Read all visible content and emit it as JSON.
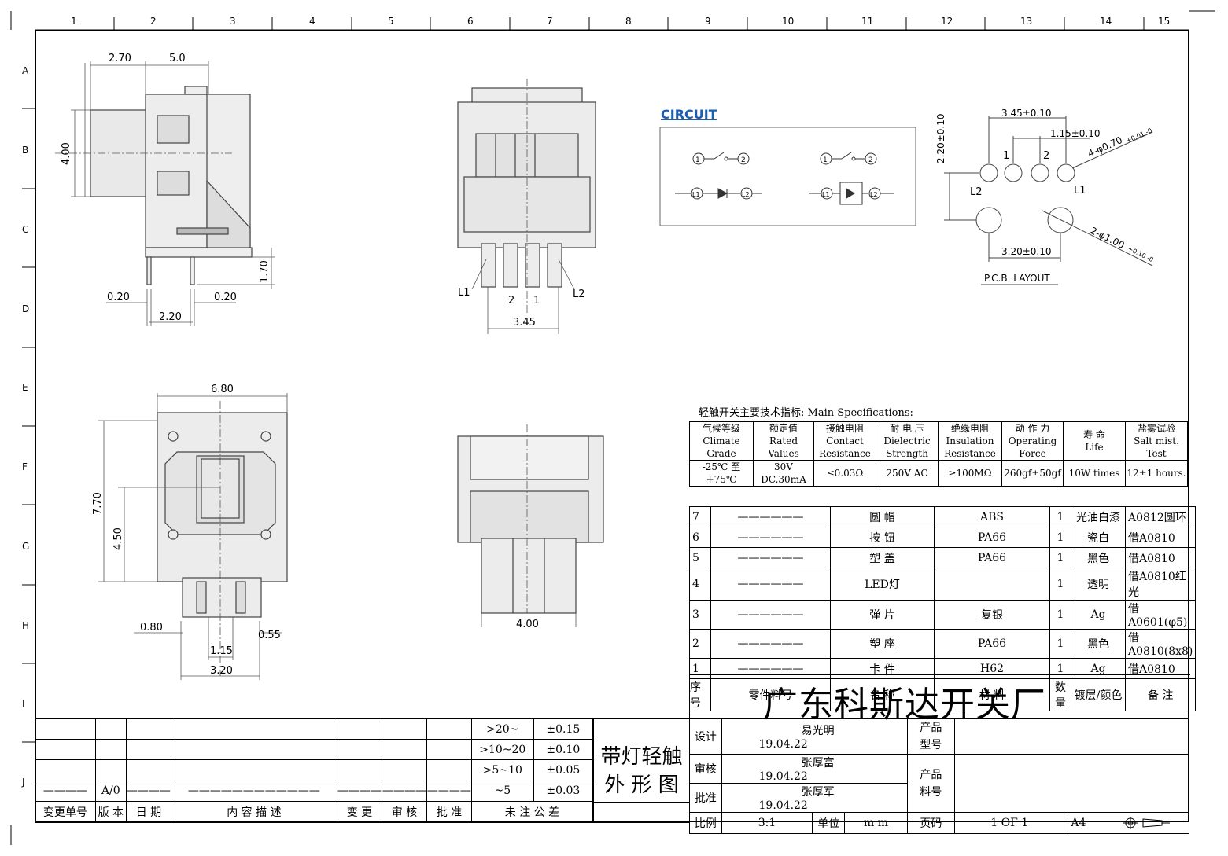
{
  "ruler": {
    "numbers": [
      "1",
      "2",
      "3",
      "4",
      "5",
      "6",
      "7",
      "8",
      "9",
      "10",
      "11",
      "12",
      "13",
      "14",
      "15"
    ],
    "letters": [
      "A",
      "B",
      "C",
      "D",
      "E",
      "F",
      "G",
      "H",
      "I",
      "J"
    ]
  },
  "view_side": {
    "dims": {
      "d1": "2.70",
      "d2": "5.0",
      "d3": "4.00",
      "d4": "1.70",
      "d5": "0.20",
      "d6": "0.20",
      "d7": "2.20"
    }
  },
  "view_front": {
    "pins": {
      "l1": "L1",
      "p2": "2",
      "p1": "1",
      "l2": "L2"
    },
    "dim": "3.45"
  },
  "circuit": {
    "title": "CIRCUIT",
    "sw1_a": "1",
    "sw1_b": "2",
    "led1_a": "L1",
    "led1_b": "L2",
    "sw2_a": "1",
    "sw2_b": "2",
    "led2_a": "L1",
    "led2_b": "L2"
  },
  "pcb": {
    "d1": "3.45±0.10",
    "d2": "1.15±0.10",
    "d3": "2.20±0.10",
    "d4": "4-φ0.70",
    "d4tol": "+0.01 -0",
    "d5": "3.20±0.10",
    "d6": "2-φ1.00",
    "d6tol": "+0.10 -0",
    "l2": "L2",
    "n1": "1",
    "n2": "2",
    "l1": "L1",
    "title": "P.C.B. LAYOUT"
  },
  "view_top": {
    "dims": {
      "w": "6.80",
      "h": "7.70",
      "h2": "4.50",
      "a": "0.80",
      "b": "0.55",
      "c": "1.15",
      "d": "3.20"
    }
  },
  "view_bottom": {
    "dim": "4.00"
  },
  "spec": {
    "title": "轻触开关主要技术指标:   Main Specifications:",
    "headers": [
      {
        "cn": "气候等级",
        "en1": "Climate",
        "en2": "Grade"
      },
      {
        "cn": "额定值",
        "en1": "Rated",
        "en2": "Values"
      },
      {
        "cn": "接触电阻",
        "en1": "Contact",
        "en2": "Resistance"
      },
      {
        "cn": "耐 电 压",
        "en1": "Dielectric",
        "en2": "Strength"
      },
      {
        "cn": "绝缘电阻",
        "en1": "Insulation",
        "en2": "Resistance"
      },
      {
        "cn": "动 作 力",
        "en1": "Operating",
        "en2": "Force"
      },
      {
        "cn": "寿  命",
        "en1": "Life",
        "en2": ""
      },
      {
        "cn": "盐雾试验",
        "en1": "Salt mist.",
        "en2": "Test"
      }
    ],
    "values": [
      "-25℃ 至 +75℃",
      "30V DC,30mA",
      "≤0.03Ω",
      "250V AC",
      "≥100MΩ",
      "260gf±50gf",
      "10W times",
      "12±1 hours."
    ]
  },
  "parts": {
    "rows": [
      {
        "no": "7",
        "code": "——————",
        "name": "圆  帽",
        "mat": "ABS",
        "qty": "1",
        "finish": "光油白漆",
        "note": "A0812圆环"
      },
      {
        "no": "6",
        "code": "——————",
        "name": "按  钮",
        "mat": "PA66",
        "qty": "1",
        "finish": "瓷白",
        "note": "借A0810"
      },
      {
        "no": "5",
        "code": "——————",
        "name": "塑  盖",
        "mat": "PA66",
        "qty": "1",
        "finish": "黑色",
        "note": "借A0810"
      },
      {
        "no": "4",
        "code": "——————",
        "name": "LED灯",
        "mat": "",
        "qty": "1",
        "finish": "透明",
        "note": "借A0810红光"
      },
      {
        "no": "3",
        "code": "——————",
        "name": "弹  片",
        "mat": "复银",
        "qty": "1",
        "finish": "Ag",
        "note": "借A0601(φ5)"
      },
      {
        "no": "2",
        "code": "——————",
        "name": "塑  座",
        "mat": "PA66",
        "qty": "1",
        "finish": "黑色",
        "note": "借A0810(8x8)"
      },
      {
        "no": "1",
        "code": "——————",
        "name": "卡  件",
        "mat": "H62",
        "qty": "1",
        "finish": "Ag",
        "note": "借A0810"
      }
    ],
    "header": {
      "no": "序号",
      "code": "零件料号",
      "name": "名  称",
      "mat": "材  料",
      "qty": "数量",
      "finish": "镀层/颜色",
      "note": "备  注"
    }
  },
  "company": "广东科斯达开关厂",
  "title_block": {
    "tol": [
      {
        "range": ">20~",
        "tol": "±0.15"
      },
      {
        "range": ">10~20",
        "tol": "±0.10"
      },
      {
        "range": ">5~10",
        "tol": "±0.05"
      },
      {
        "range": "~5",
        "tol": "±0.03"
      }
    ],
    "tol_label": "未 注 公 差",
    "rev_headers": [
      "变更单号",
      "版 本",
      "日 期",
      "内 容 描 述",
      "变 更",
      "审 核",
      "批 准"
    ],
    "rev_row": {
      "no": "————",
      "ver": "A/0",
      "date": "————",
      "desc": "————————————",
      "chg": "————",
      "chk": "————",
      "app": "————"
    },
    "title_line1": "带灯轻触",
    "title_line2": "外 形 图",
    "design_label": "设计",
    "design_name": "易光明",
    "design_date": "19.04.22",
    "check_label": "审核",
    "check_name": "张厚富",
    "check_date": "19.04.22",
    "approve_label": "批准",
    "approve_name": "张厚军",
    "approve_date": "19.04.22",
    "model_label": "产品\n型号",
    "part_label": "产品\n料号",
    "scale_label": "比例",
    "scale": "3:1",
    "unit_label": "单位",
    "unit": "m m",
    "page_label": "页码",
    "page": "1 OF 1",
    "size": "A4"
  }
}
